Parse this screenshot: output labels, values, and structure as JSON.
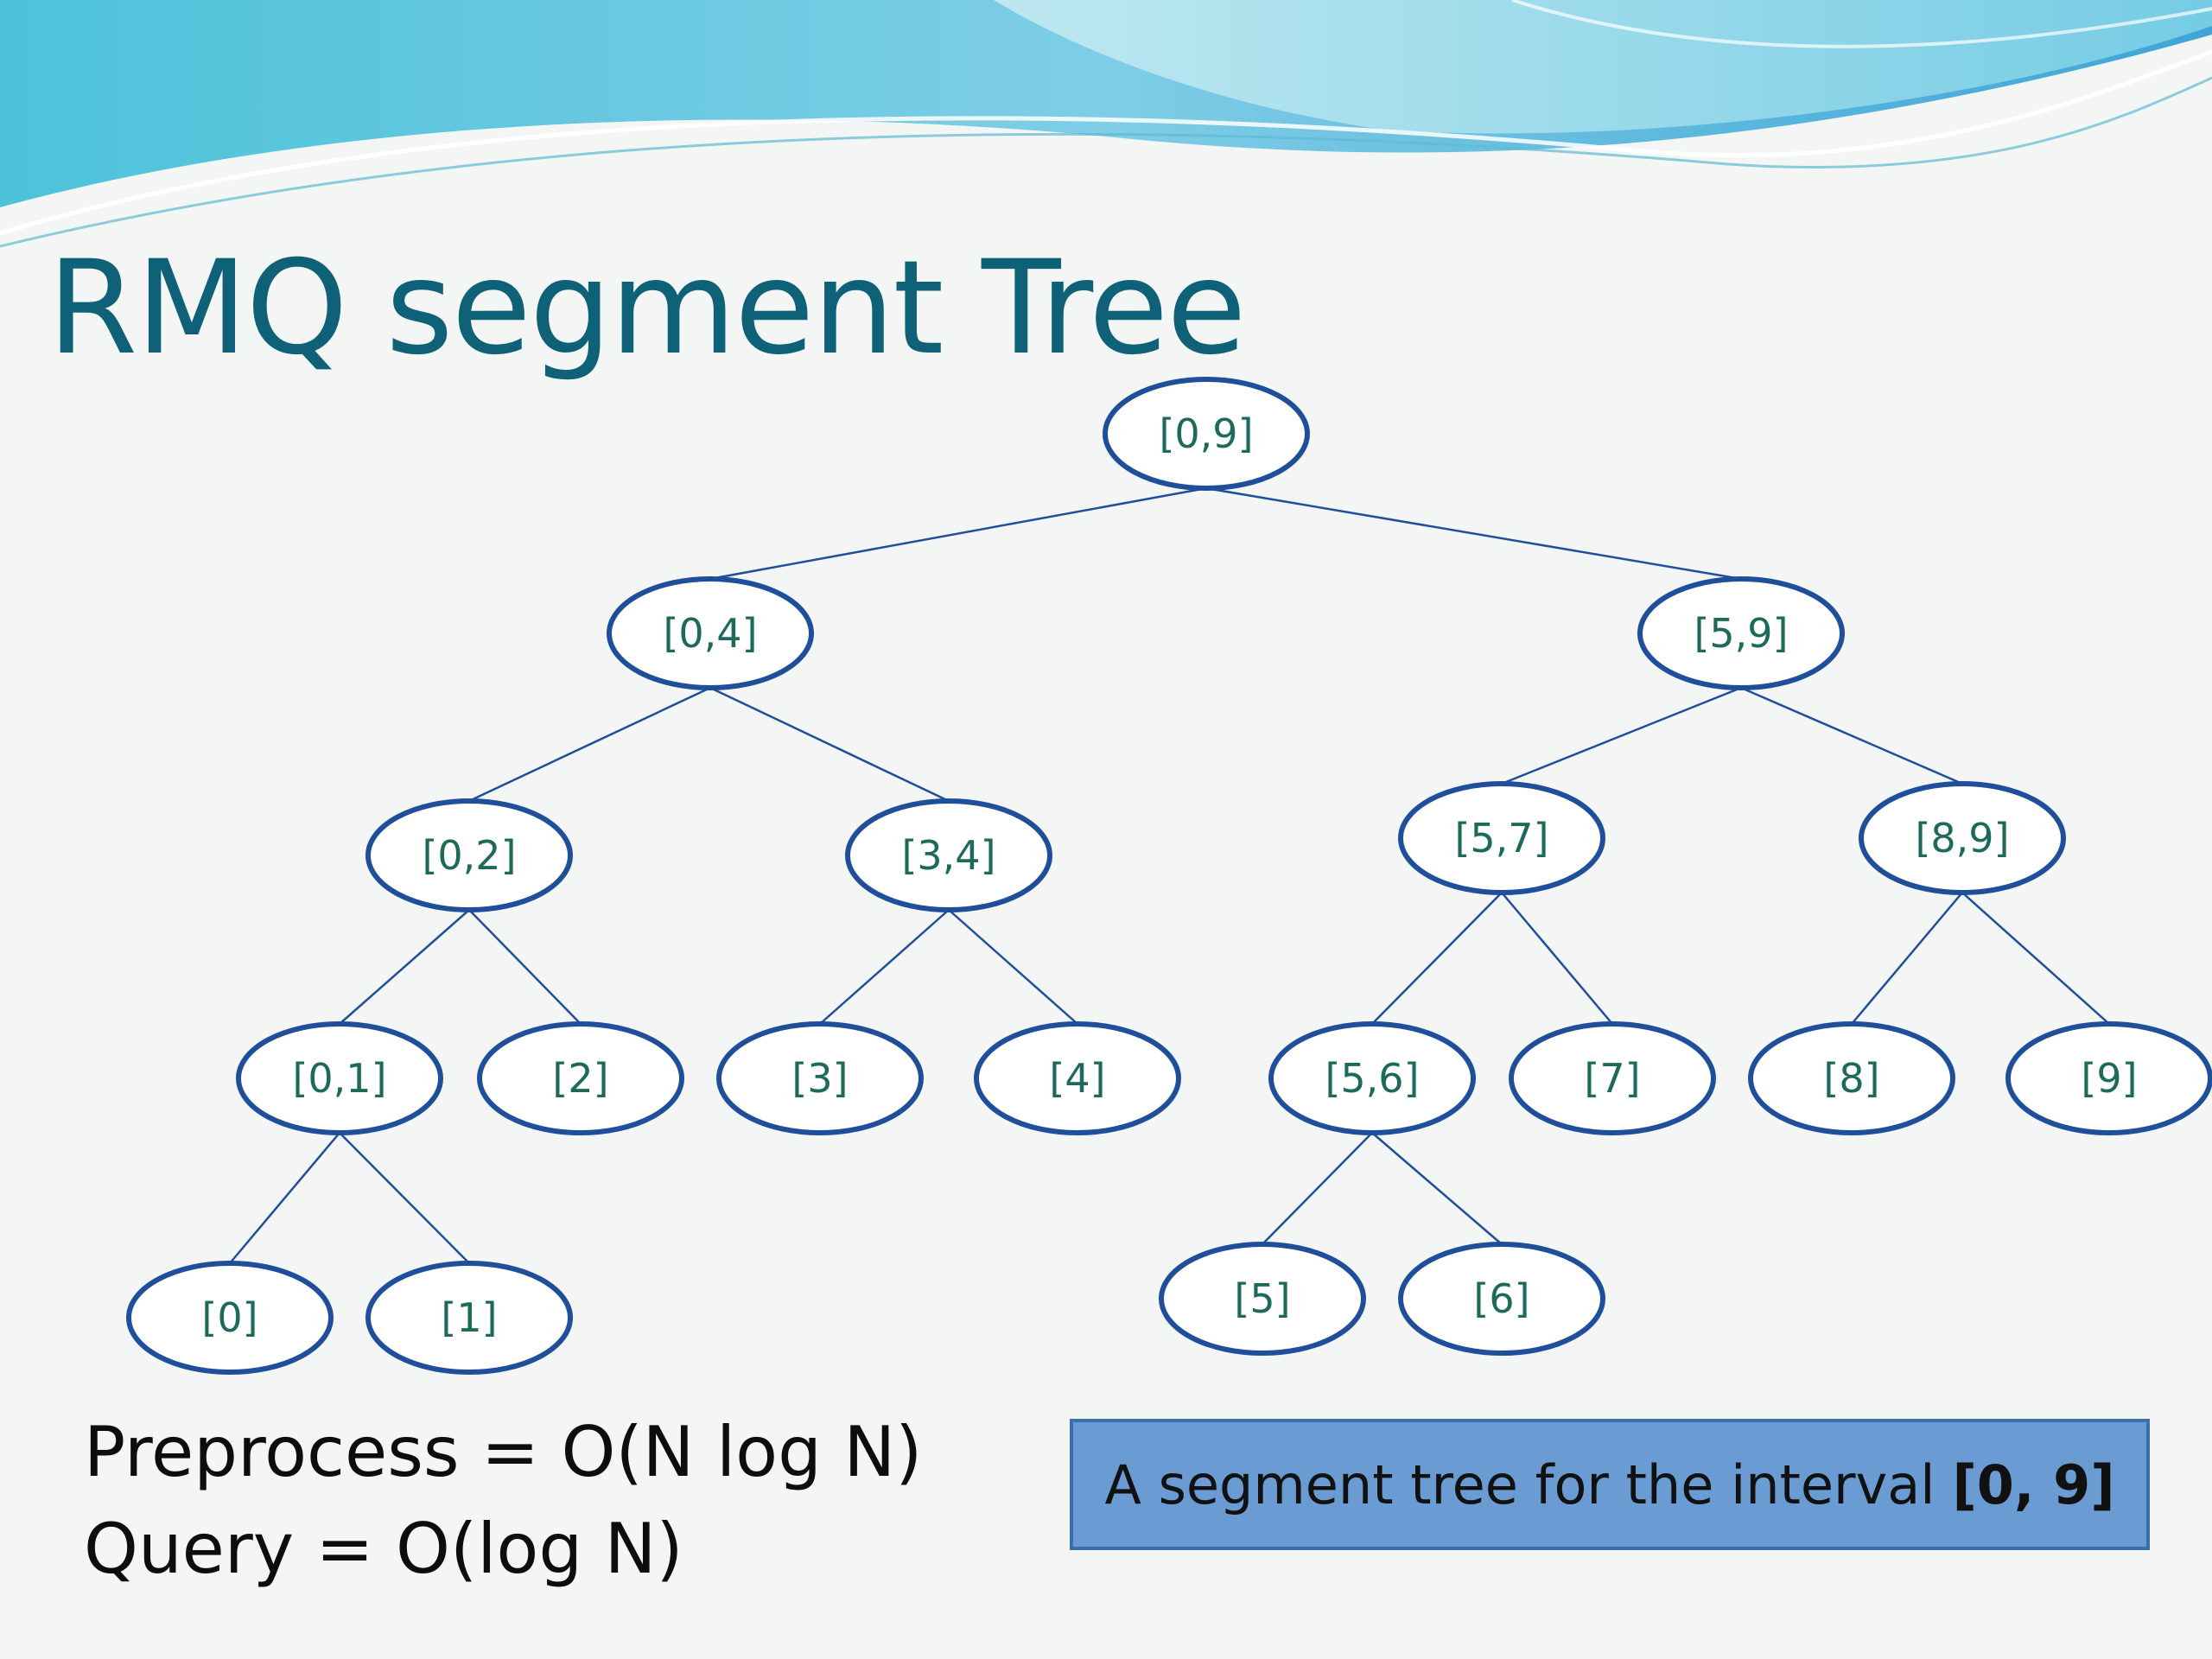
{
  "slide": {
    "title": "RMQ segment Tree",
    "complexity": {
      "preprocess": "Preprocess = O(N log N)",
      "query": "Query = O(log N)"
    },
    "caption": {
      "text": "A segment tree for the interval",
      "bold_text": "[0, 9]"
    }
  },
  "colors": {
    "title": "#0f6178",
    "node_stroke": "#1f4f9a",
    "node_text": "#1d6a5a",
    "caption_fill": "#6a9bd2",
    "caption_border": "#3a6fab"
  },
  "tree": {
    "nodes": [
      {
        "id": "n09",
        "label": "[0,9]",
        "level": 0
      },
      {
        "id": "n04",
        "label": "[0,4]",
        "level": 1
      },
      {
        "id": "n59",
        "label": "[5,9]",
        "level": 1
      },
      {
        "id": "n02",
        "label": "[0,2]",
        "level": 2
      },
      {
        "id": "n34",
        "label": "[3,4]",
        "level": 2
      },
      {
        "id": "n57",
        "label": "[5,7]",
        "level": 2
      },
      {
        "id": "n89",
        "label": "[8,9]",
        "level": 2
      },
      {
        "id": "n01",
        "label": "[0,1]",
        "level": 3
      },
      {
        "id": "n2",
        "label": "[2]",
        "level": 3
      },
      {
        "id": "n3",
        "label": "[3]",
        "level": 3
      },
      {
        "id": "n4",
        "label": "[4]",
        "level": 3
      },
      {
        "id": "n56",
        "label": "[5,6]",
        "level": 3
      },
      {
        "id": "n7",
        "label": "[7]",
        "level": 3
      },
      {
        "id": "n8",
        "label": "[8]",
        "level": 3
      },
      {
        "id": "n9",
        "label": "[9]",
        "level": 3
      },
      {
        "id": "n0",
        "label": "[0]",
        "level": 4
      },
      {
        "id": "n1",
        "label": "[1]",
        "level": 4
      },
      {
        "id": "n5",
        "label": "[5]",
        "level": 4
      },
      {
        "id": "n6",
        "label": "[6]",
        "level": 4
      }
    ],
    "edges": [
      [
        "n09",
        "n04"
      ],
      [
        "n09",
        "n59"
      ],
      [
        "n04",
        "n02"
      ],
      [
        "n04",
        "n34"
      ],
      [
        "n59",
        "n57"
      ],
      [
        "n59",
        "n89"
      ],
      [
        "n02",
        "n01"
      ],
      [
        "n02",
        "n2"
      ],
      [
        "n34",
        "n3"
      ],
      [
        "n34",
        "n4"
      ],
      [
        "n57",
        "n56"
      ],
      [
        "n57",
        "n7"
      ],
      [
        "n89",
        "n8"
      ],
      [
        "n89",
        "n9"
      ],
      [
        "n01",
        "n0"
      ],
      [
        "n01",
        "n1"
      ],
      [
        "n56",
        "n5"
      ],
      [
        "n56",
        "n6"
      ]
    ]
  }
}
